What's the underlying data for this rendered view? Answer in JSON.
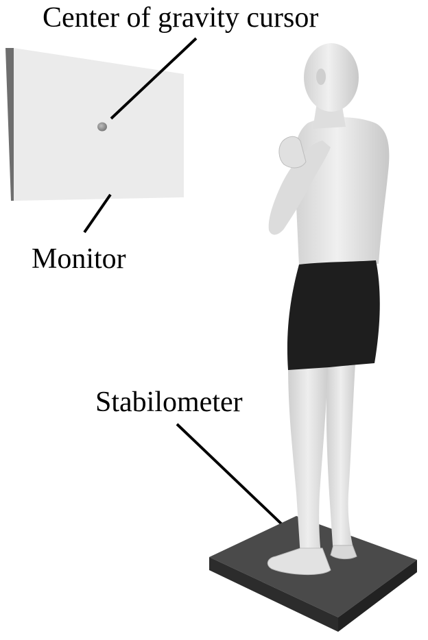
{
  "labels": {
    "cursor": "Center of gravity cursor",
    "monitor": "Monitor",
    "stabilometer": "Stabilometer"
  },
  "colors": {
    "background": "#ffffff",
    "monitor_screen": "#ebebeb",
    "monitor_edge": "#6e6e6e",
    "cursor_dot": "#8a8a8a",
    "skin": "#e6e6e6",
    "skin_shade": "#c4c4c4",
    "shorts": "#1e1e1e",
    "platform_top": "#4a4a4a",
    "platform_side": "#2c2c2c",
    "leader_line": "#000000"
  }
}
